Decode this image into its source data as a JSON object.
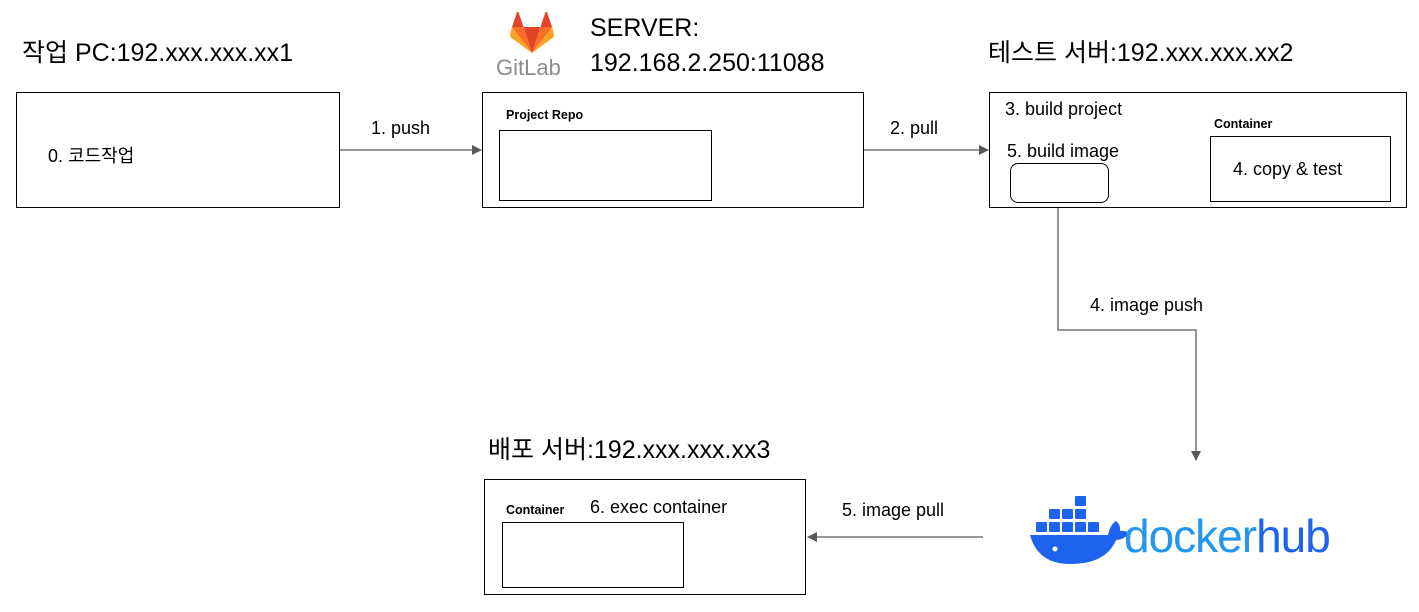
{
  "nodes": {
    "work_pc": {
      "title": "작업 PC:192.xxx.xxx.xx1",
      "task": "0. 코드작업"
    },
    "gitlab": {
      "logo_text": "GitLab",
      "server_label": "SERVER:",
      "server_address": "192.168.2.250:11088",
      "repo_label": "Project Repo"
    },
    "test_server": {
      "title": "테스트 서버:192.xxx.xxx.xx2",
      "build_project": "3. build project",
      "build_image": "5. build image",
      "container_label": "Container",
      "copy_test": "4. copy & test"
    },
    "deploy_server": {
      "title": "배포 서버:192.xxx.xxx.xx3",
      "container_label": "Container",
      "exec": "6. exec container"
    },
    "dockerhub": {
      "logo_text_docker": "docker",
      "logo_text_hub": "hub"
    }
  },
  "edges": {
    "push": "1. push",
    "pull": "2. pull",
    "image_push": "4. image push",
    "image_pull": "5. image pull"
  },
  "colors": {
    "arrow": "#595959",
    "gitlab_orange": "#e24329",
    "gitlab_light": "#fca326",
    "gitlab_mid": "#fc6d26",
    "gitlab_text": "#8c8c8c",
    "docker_blue": "#1d63ed",
    "docker_light": "#2496ed"
  },
  "icons": {
    "gitlab": "gitlab-logo",
    "dockerhub": "docker-whale-logo"
  }
}
